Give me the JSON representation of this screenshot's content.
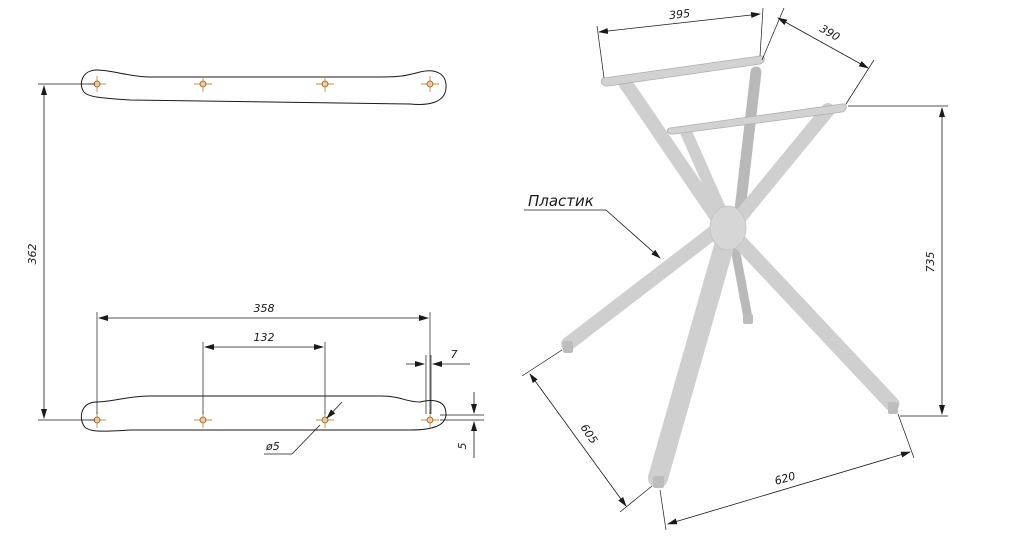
{
  "dimensions": {
    "plate_spacing": "362",
    "hole_span": "358",
    "hole_pitch": "132",
    "edge_offset": "7",
    "hole_diameter": "ø5",
    "plate_thickness": "5",
    "top_bar_a": "395",
    "top_bar_b": "390",
    "height": "735",
    "foot_span_a": "605",
    "foot_span_b": "620"
  },
  "material_label": "Пластик",
  "colors": {
    "line": "#1a1a1a",
    "hole": "#f0c89a",
    "hole_cross": "#d08a3a",
    "leg": "#cfcfcf"
  }
}
